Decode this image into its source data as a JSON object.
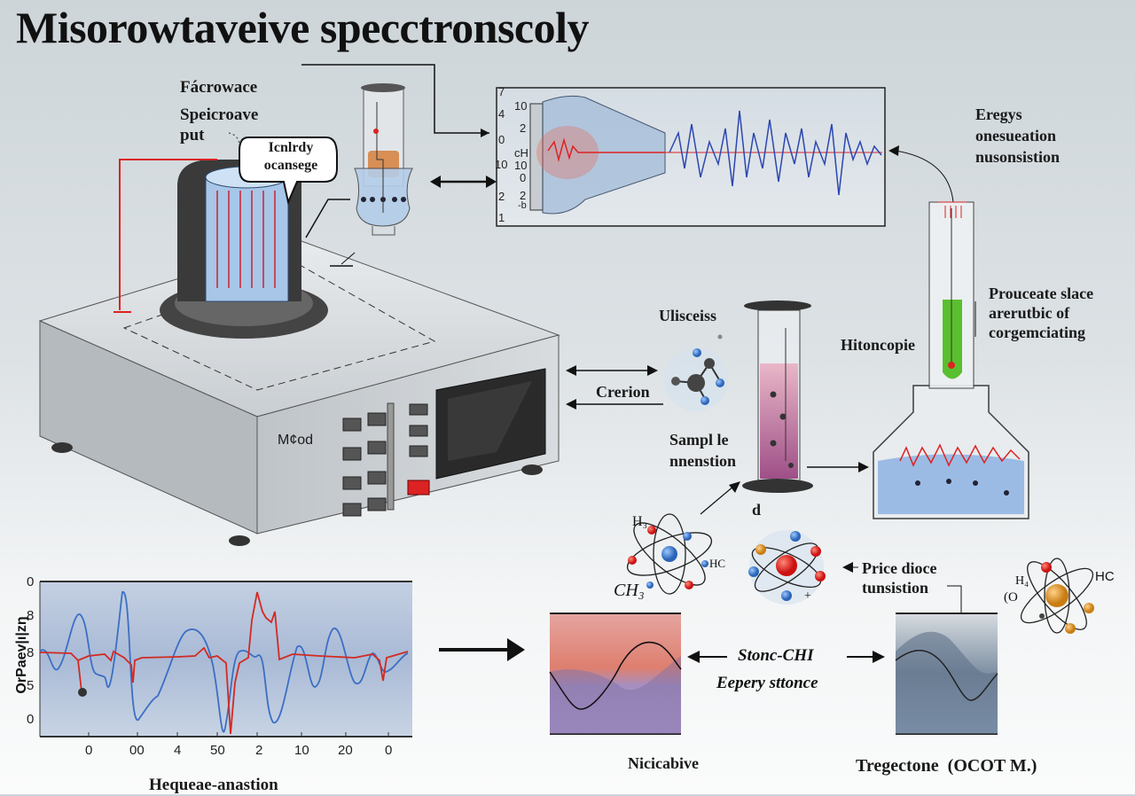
{
  "title": "Misorowtaveive specctronscoly",
  "labels": {
    "facrowace": "Fácrowace",
    "speicroave": "Speicroave",
    "put": "put",
    "bubble_line1": "Icnlrdy",
    "bubble_line2": "ocansege",
    "energy_line1": "Eregys",
    "energy_line2": "onesueation",
    "energy_line3": "nusonsistion",
    "ulisceiss": "Ulisceiss",
    "crerion": "Crerion",
    "sample_line1": "Sampl le",
    "sample_line2": "nnenstion",
    "hitoncopie": "Hitoncopie",
    "prouceate_line1": "Prouceate slace",
    "prouceate_line2": "arerutbic of",
    "prouceate_line3": "corgemciating",
    "d": "d",
    "price_line1": "Price dioce",
    "price_line2": "tunsistion",
    "instrument_label": "M¢od",
    "stonc": "Stonc-CHI",
    "eepery": "Eepery sttonce",
    "nicicabive": "Nicicabive",
    "tregectone": "Tregectone  (OCOT M.)"
  },
  "molecules": {
    "left_top": "H₃",
    "left_side": "HC",
    "left_bottom": "CH₃",
    "mid_plus": "+",
    "right_h": "H₄",
    "right_hc": "HC",
    "right_o": "(O"
  },
  "top_spectrum": {
    "outer_ticks": [
      "7",
      "4",
      "0",
      "10",
      "2",
      "1"
    ],
    "inner_ticks": [
      "10",
      "2",
      "cH",
      "10",
      "0",
      "2",
      "-b"
    ]
  },
  "bottom_chart": {
    "ylabel": "OrPaev|ı|zŋ",
    "xlabel": "Hequeae-anastion",
    "y_ticks": [
      "0",
      "8",
      "8",
      "5",
      "0"
    ],
    "x_ticks": [
      "0",
      "00",
      "4",
      "50",
      "2",
      "10",
      "20",
      "0"
    ]
  },
  "colors": {
    "red": "#d42a22",
    "blue": "#3b6fc4",
    "panel": "#bccbe0"
  }
}
